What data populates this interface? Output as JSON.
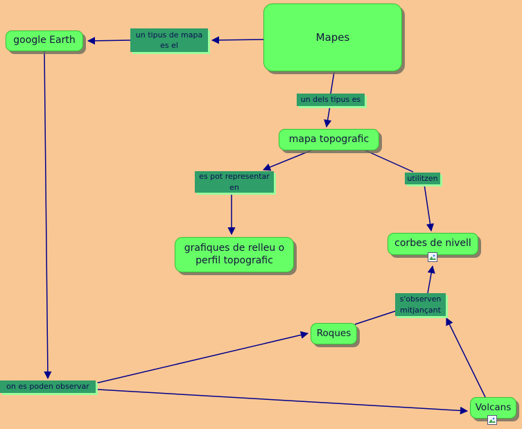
{
  "app": {
    "description": "concept map about maps (Mapes)"
  },
  "colors": {
    "background": "#f9c794",
    "node_fill": "#66ff66",
    "node_border": "#35c035",
    "node_text": "#14143c",
    "link_label_fill": "#2f9e68",
    "link_label_text": "#0d0d52",
    "link_label_shadow": "#9cfc9c",
    "arrow": "#00008b"
  },
  "nodes": {
    "mapes": {
      "label": "Mapes"
    },
    "google_earth": {
      "label": "google Earth"
    },
    "mapa_topografic": {
      "label": "mapa topografic"
    },
    "grafiques": {
      "label": "grafiques de relleu o\nperfil topografic"
    },
    "corbes": {
      "label": "corbes de nivell"
    },
    "roques": {
      "label": "Roques"
    },
    "volcans": {
      "label": "Volcans"
    }
  },
  "links": {
    "un_tipus": {
      "label": "un tipus de mapa\nes el"
    },
    "un_dels_tipus": {
      "label": "un dels tipus es"
    },
    "es_pot_representar": {
      "label": "es pot representar\nen"
    },
    "utilitzen": {
      "label": "utilitzen"
    },
    "s_observen": {
      "label": "s'observen\nmitjançant"
    },
    "on_es_poden": {
      "label": "on es poden observar"
    }
  },
  "icons": {
    "corbes_resource": "image-resource-icon",
    "volcans_resource": "image-resource-icon"
  }
}
